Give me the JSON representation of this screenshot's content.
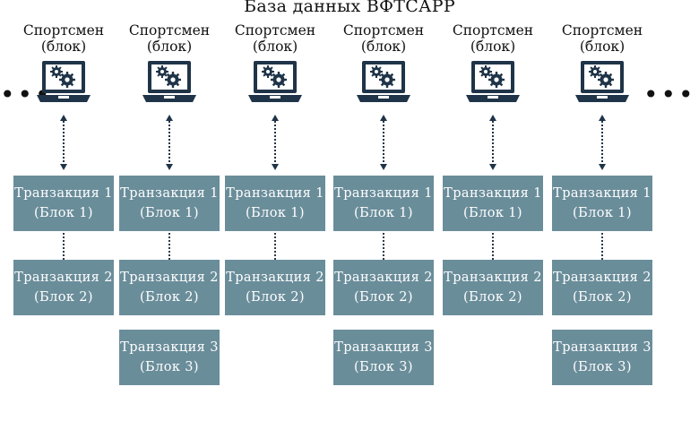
{
  "title": "База данных ВФТСАРР",
  "ellipsis": "•••",
  "colors": {
    "block": "#6a8d9a",
    "laptop": "#1f3448",
    "text_on_block": "#ffffff"
  },
  "columns": [
    {
      "athlete": "Спортсмен",
      "sub": "(блок)",
      "icon": "laptop-gears-icon",
      "transactions": [
        {
          "name": "Транзакция 1",
          "block": "(Блок 1)"
        },
        {
          "name": "Транзакция 2",
          "block": "(Блок 2)"
        }
      ]
    },
    {
      "athlete": "Спортсмен",
      "sub": "(блок)",
      "icon": "laptop-gears-icon",
      "transactions": [
        {
          "name": "Транзакция 1",
          "block": "(Блок 1)"
        },
        {
          "name": "Транзакция 2",
          "block": "(Блок 2)"
        },
        {
          "name": "Транзакция 3",
          "block": "(Блок 3)"
        }
      ]
    },
    {
      "athlete": "Спортсмен",
      "sub": "(блок)",
      "icon": "laptop-gears-icon",
      "transactions": [
        {
          "name": "Транзакция 1",
          "block": "(Блок 1)"
        },
        {
          "name": "Транзакция 2",
          "block": "(Блок 2)"
        }
      ]
    },
    {
      "athlete": "Спортсмен",
      "sub": "(блок)",
      "icon": "laptop-gears-icon",
      "transactions": [
        {
          "name": "Транзакция 1",
          "block": "(Блок 1)"
        },
        {
          "name": "Транзакция 2",
          "block": "(Блок 2)"
        },
        {
          "name": "Транзакция 3",
          "block": "(Блок 3)"
        }
      ]
    },
    {
      "athlete": "Спортсмен",
      "sub": "(блок)",
      "icon": "laptop-gears-icon",
      "transactions": [
        {
          "name": "Транзакция 1",
          "block": "(Блок 1)"
        },
        {
          "name": "Транзакция 2",
          "block": "(Блок 2)"
        }
      ]
    },
    {
      "athlete": "Спортсмен",
      "sub": "(блок)",
      "icon": "laptop-gears-icon",
      "transactions": [
        {
          "name": "Транзакция 1",
          "block": "(Блок 1)"
        },
        {
          "name": "Транзакция 2",
          "block": "(Блок 2)"
        },
        {
          "name": "Транзакция 3",
          "block": "(Блок 3)"
        }
      ]
    }
  ]
}
